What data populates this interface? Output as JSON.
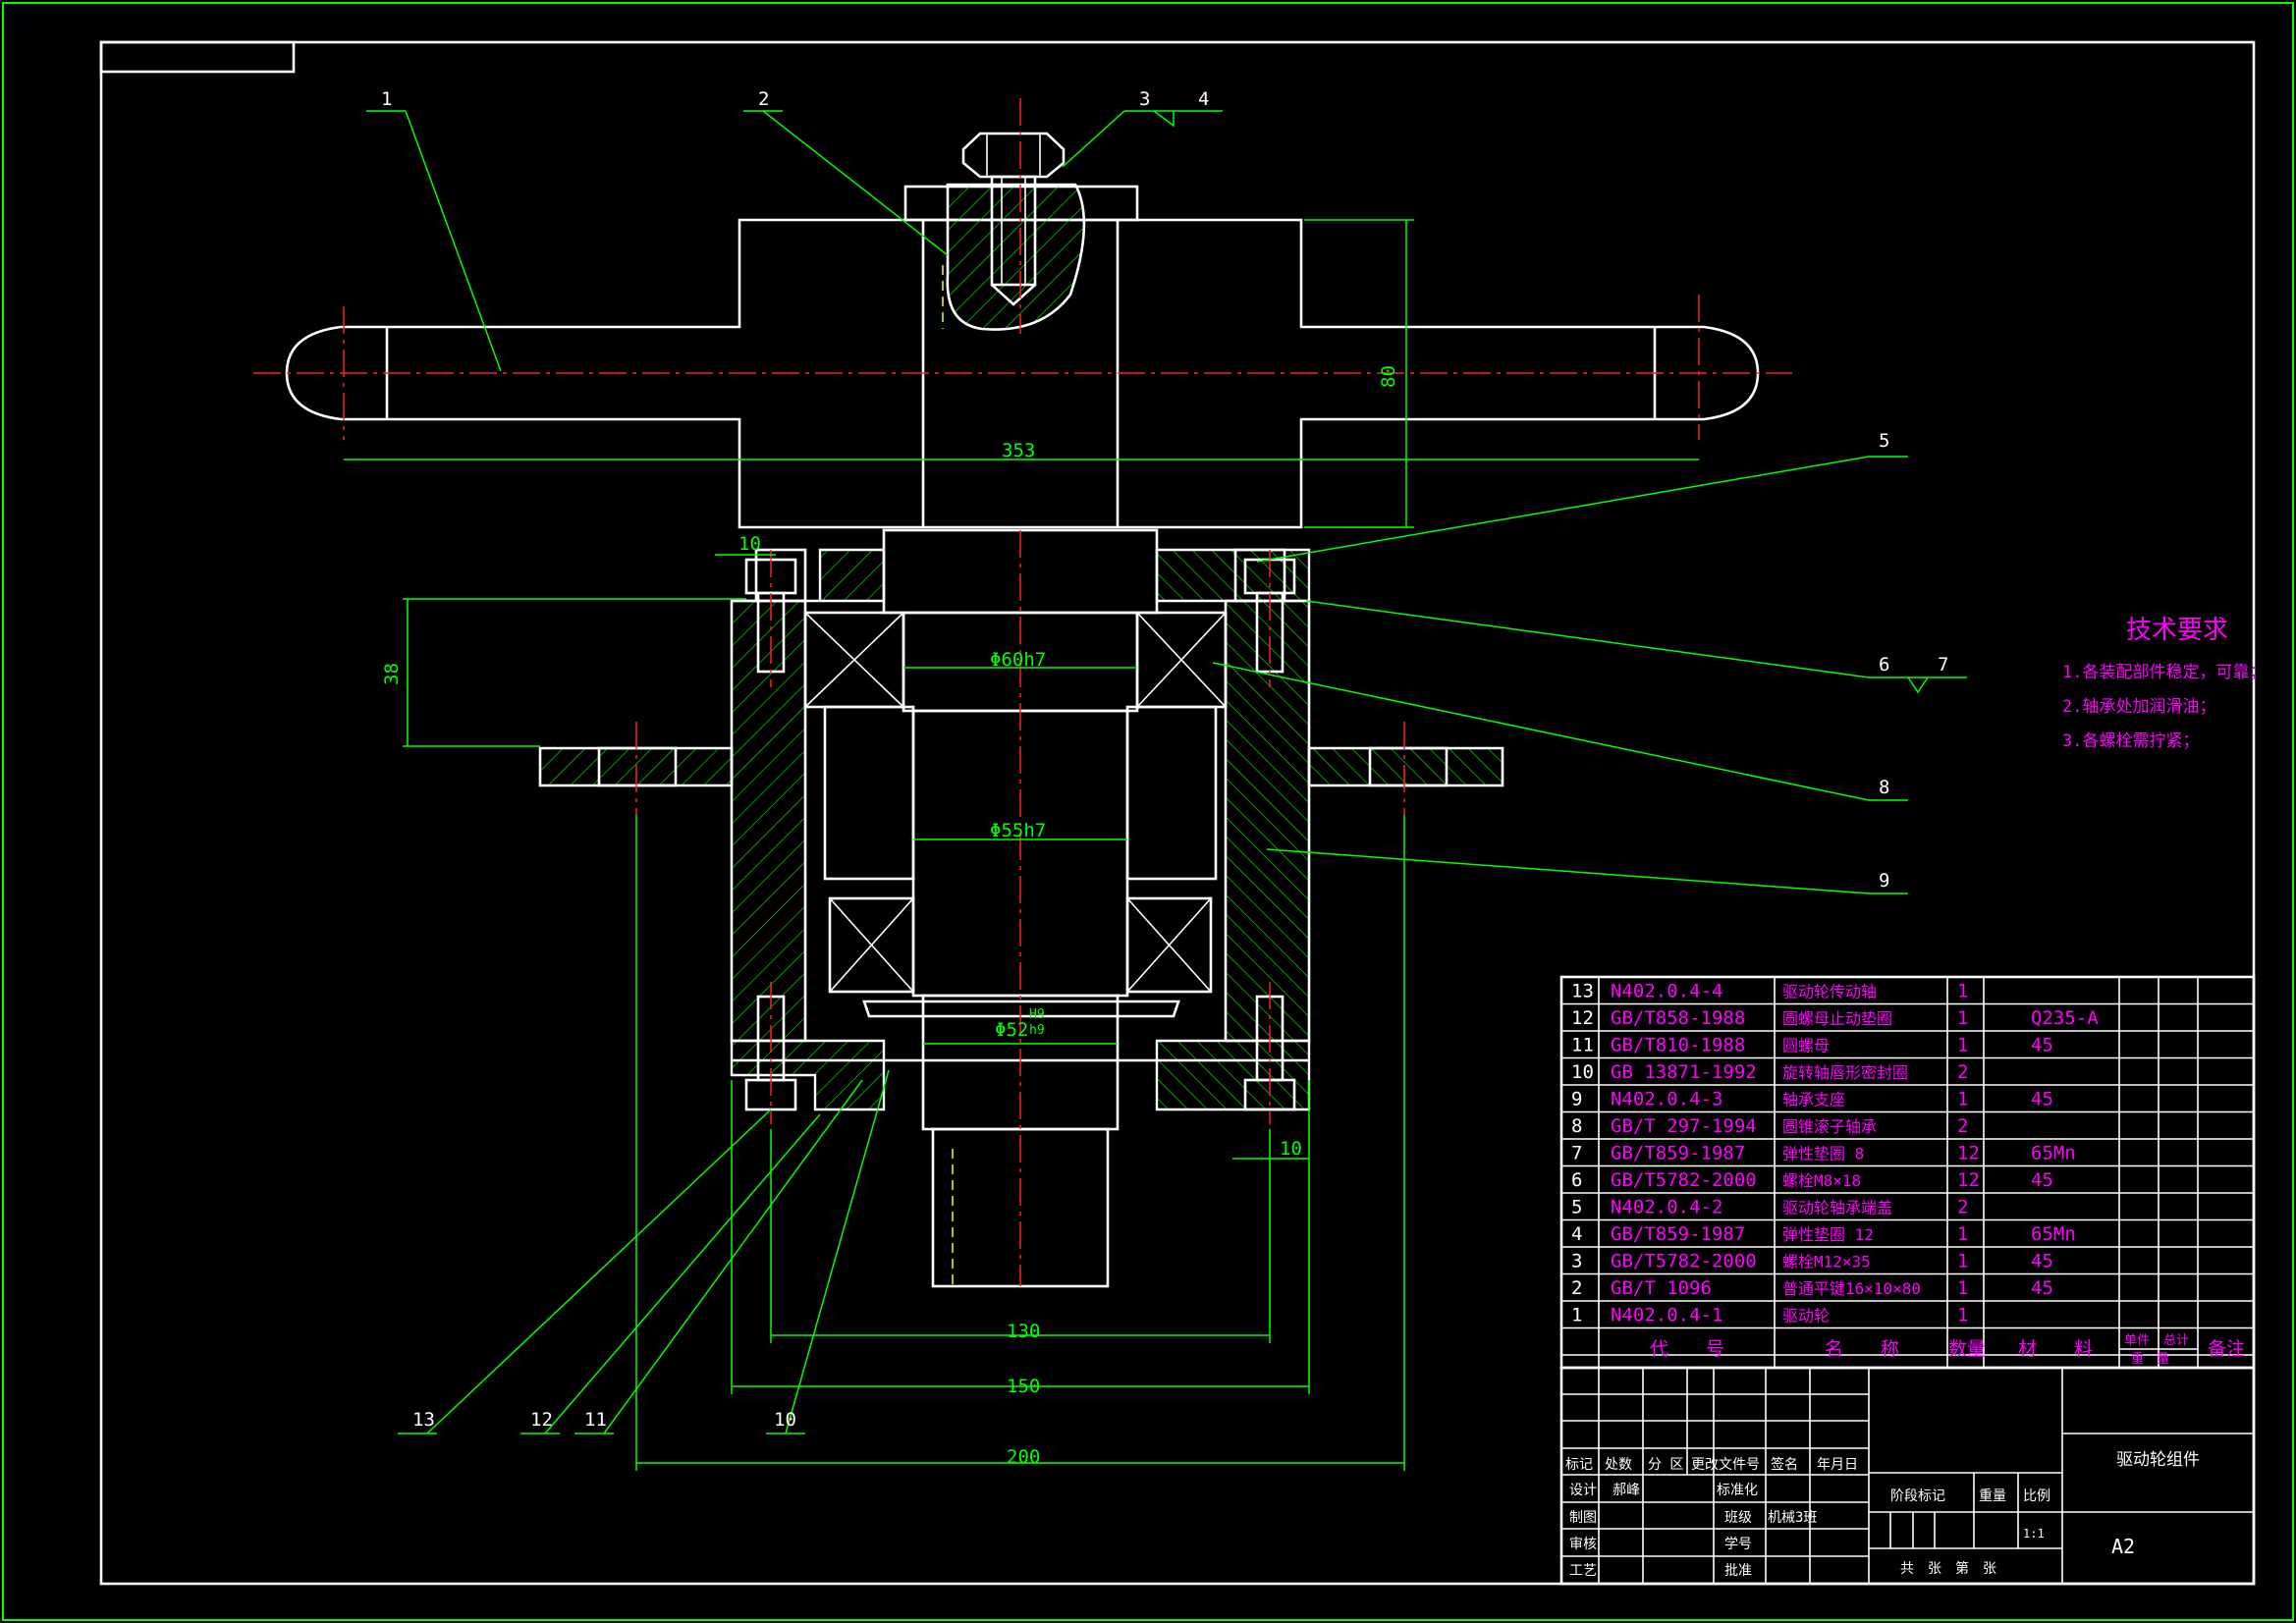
{
  "colors": {
    "background": "#000000",
    "outline": "#ffffff",
    "dimension": "#00ff00",
    "centerline": "#ff2020",
    "hidden": "#ffff00",
    "text": "#ff00ff"
  },
  "leaders": [
    "1",
    "2",
    "3",
    "4",
    "5",
    "6",
    "7",
    "8",
    "9",
    "10",
    "11",
    "12",
    "13"
  ],
  "dimensions": {
    "d353": "353",
    "d80": "80",
    "d10a": "10",
    "d38": "38",
    "d60": "Φ60h7",
    "d55": "Φ55h7",
    "d52": "Φ52",
    "d52fit_top": "H9",
    "d52fit_bot": "h9",
    "d10b": "10",
    "d130": "130",
    "d150": "150",
    "d200": "200"
  },
  "tech": {
    "title": "技术要求",
    "items": [
      "1.各装配部件稳定，可靠；",
      "2.轴承处加润滑油；",
      "3.各螺栓需拧紧；"
    ]
  },
  "bom": {
    "rows": [
      {
        "no": "13",
        "code": "N402.0.4-4",
        "name": "驱动轮传动轴",
        "qty": "1",
        "mat": ""
      },
      {
        "no": "12",
        "code": "GB/T858-1988",
        "name": "圆螺母止动垫圈",
        "qty": "1",
        "mat": "Q235-A"
      },
      {
        "no": "11",
        "code": "GB/T810-1988",
        "name": "圆螺母",
        "qty": "1",
        "mat": "45"
      },
      {
        "no": "10",
        "code": "GB 13871-1992",
        "name": "旋转轴唇形密封圈",
        "qty": "2",
        "mat": ""
      },
      {
        "no": "9",
        "code": "N402.0.4-3",
        "name": "轴承支座",
        "qty": "1",
        "mat": "45"
      },
      {
        "no": "8",
        "code": "GB/T 297-1994",
        "name": "圆锥滚子轴承",
        "qty": "2",
        "mat": ""
      },
      {
        "no": "7",
        "code": "GB/T859-1987",
        "name": "弹性垫圈 8",
        "qty": "12",
        "mat": "65Mn"
      },
      {
        "no": "6",
        "code": "GB/T5782-2000",
        "name": "螺栓M8×18",
        "qty": "12",
        "mat": "45"
      },
      {
        "no": "5",
        "code": "N402.0.4-2",
        "name": "驱动轮轴承端盖",
        "qty": "2",
        "mat": ""
      },
      {
        "no": "4",
        "code": "GB/T859-1987",
        "name": "弹性垫圈 12",
        "qty": "1",
        "mat": "65Mn"
      },
      {
        "no": "3",
        "code": "GB/T5782-2000",
        "name": "螺栓M12×35",
        "qty": "1",
        "mat": "45"
      },
      {
        "no": "2",
        "code": "GB/T 1096",
        "name": "普通平键16×10×80",
        "qty": "1",
        "mat": "45"
      },
      {
        "no": "1",
        "code": "N402.0.4-1",
        "name": "驱动轮",
        "qty": "1",
        "mat": ""
      }
    ],
    "header": {
      "code": "代　　号",
      "name": "名　　称",
      "qty": "数量",
      "mat": "材　　料",
      "unit": "单件",
      "total": "总计",
      "weight": "重　量",
      "note": "备注"
    }
  },
  "title_block": {
    "mark": "标记",
    "count": "处数",
    "zone": "分 区",
    "docno": "更改文件号",
    "sign": "签名",
    "date": "年月日",
    "design": "设计",
    "designer": "郝峰",
    "standard": "标准化",
    "draw": "制图",
    "class_label": "班级",
    "class_value": "机械3班",
    "review": "审核",
    "student_no": "学号",
    "craft": "工艺",
    "approve": "批准",
    "stage": "阶段标记",
    "weight": "重量",
    "scale": "比例",
    "scale_value": "1:1",
    "sheets": "共　张　第　张",
    "title": "驱动轮组件",
    "size": "A2"
  }
}
